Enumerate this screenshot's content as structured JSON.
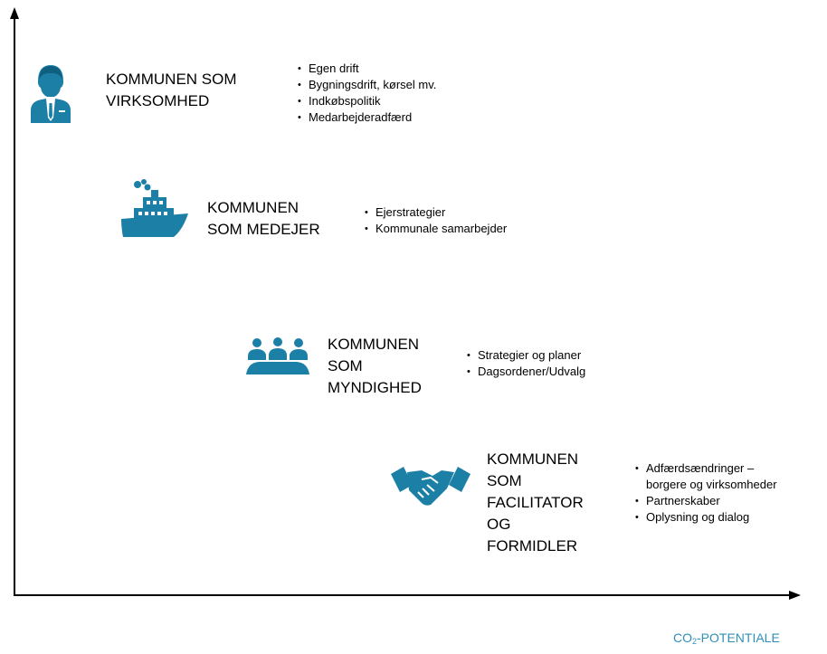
{
  "accent_color": "#1b7fa6",
  "label_color": "#2f8fb6",
  "x_axis_label": {
    "main": "CO",
    "sub": "2",
    "rest": "-POTENTIALE"
  },
  "roles": [
    {
      "icon": "businessman-icon",
      "title_lines": [
        "KOMMUNEN SOM",
        "VIRKSOMHED"
      ],
      "bullets": [
        "Egen drift",
        "Bygningsdrift, kørsel mv.",
        "Indkøbspolitik",
        "Medarbejderadfærd"
      ]
    },
    {
      "icon": "ship-icon",
      "title_lines": [
        "KOMMUNEN",
        "SOM MEDEJER"
      ],
      "bullets": [
        "Ejerstrategier",
        "Kommunale samarbejder"
      ]
    },
    {
      "icon": "meeting-group-icon",
      "title_lines": [
        "KOMMUNEN",
        "SOM",
        "MYNDIGHED"
      ],
      "bullets": [
        "Strategier og planer",
        "Dagsordener/Udvalg"
      ]
    },
    {
      "icon": "handshake-icon",
      "title_lines": [
        "KOMMUNEN",
        "SOM",
        "FACILITATOR",
        "OG",
        "FORMIDLER"
      ],
      "bullets": [
        {
          "line1": "Adfærdsændringer –",
          "line2": "borgere og virksomheder"
        },
        "Partnerskaber",
        "Oplysning og dialog"
      ]
    }
  ]
}
